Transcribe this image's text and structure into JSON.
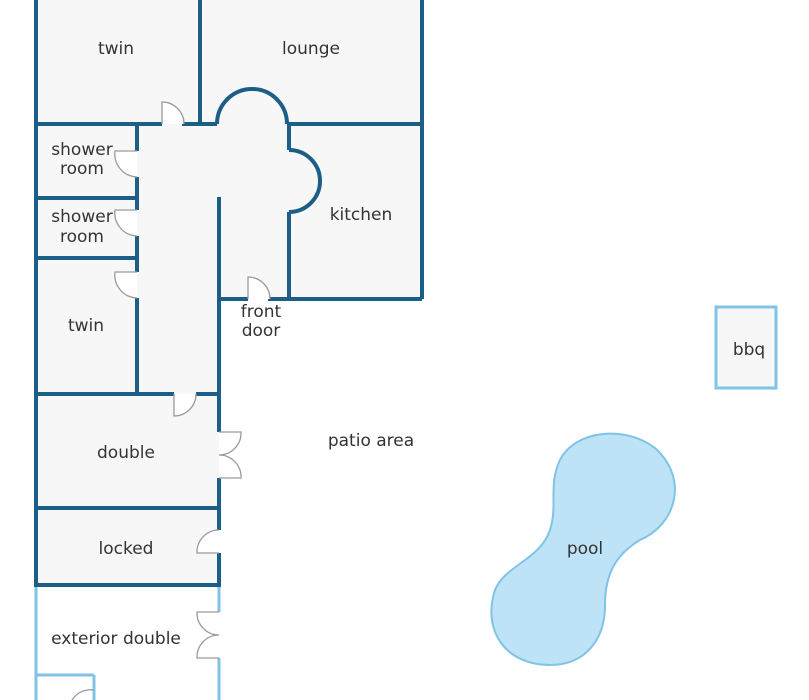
{
  "rooms": {
    "twin_top": "twin",
    "lounge": "lounge",
    "shower_1_line1": "shower",
    "shower_1_line2": "room",
    "shower_2_line1": "shower",
    "shower_2_line2": "room",
    "kitchen": "kitchen",
    "twin_mid": "twin",
    "front_door_line1": "front",
    "front_door_line2": "door",
    "double": "double",
    "locked": "locked",
    "exterior_double": "exterior double"
  },
  "outdoor": {
    "bbq": "bbq",
    "patio": "patio area",
    "pool": "pool"
  },
  "colors": {
    "wall": "#1d5e86",
    "exterior_wall": "#7fc3e6",
    "room_fill": "#f7f7f7",
    "pool_fill": "#bfe3f6"
  }
}
